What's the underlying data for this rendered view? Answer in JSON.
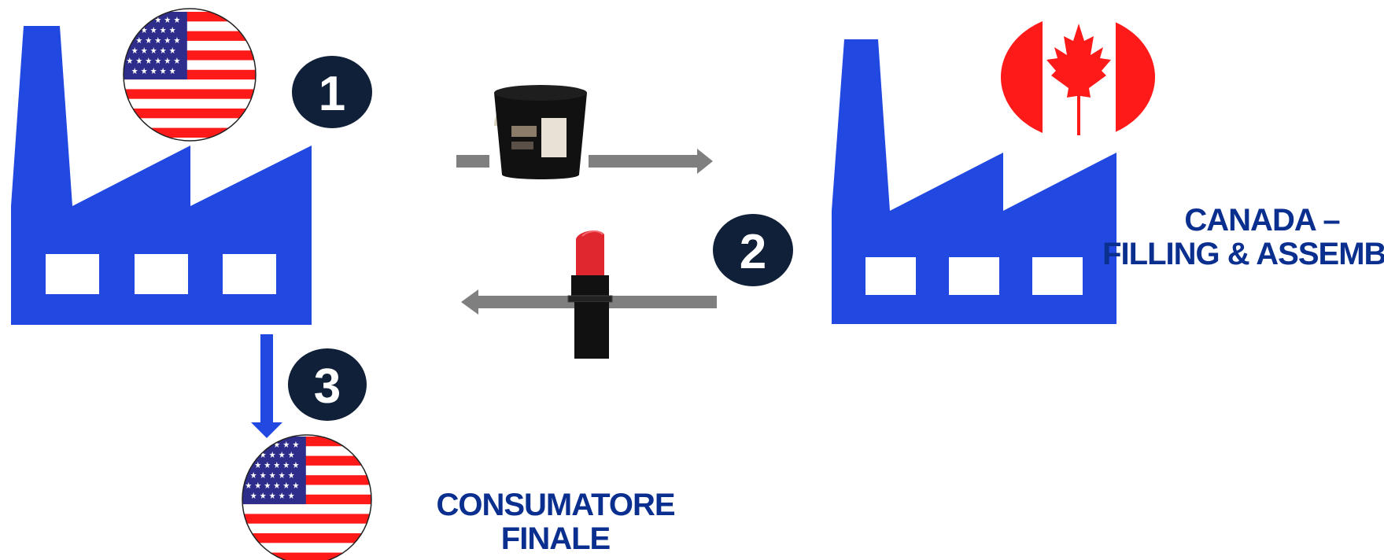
{
  "colors": {
    "factory": "#2148e0",
    "badge": "#0f2038",
    "arrow_gray": "#7f7f7f",
    "arrow_blue": "#2148e0",
    "label_text": "#0a2f8f",
    "flag_red": "#ff1a1a",
    "flag_blue": "#2e2d8c"
  },
  "steps": [
    "1",
    "2",
    "3"
  ],
  "labels": {
    "canada_line1": "CANADA –",
    "canada_line2": "FILLING & ASSEMBLY",
    "consumer_line1": "CONSUMATORE",
    "consumer_line2": "FINALE"
  },
  "icons": {
    "usa_flag": "usa-flag-icon",
    "canada_flag": "canada-flag-icon",
    "factory": "factory-icon",
    "bucket": "bucket-icon",
    "lipstick": "lipstick-icon"
  }
}
